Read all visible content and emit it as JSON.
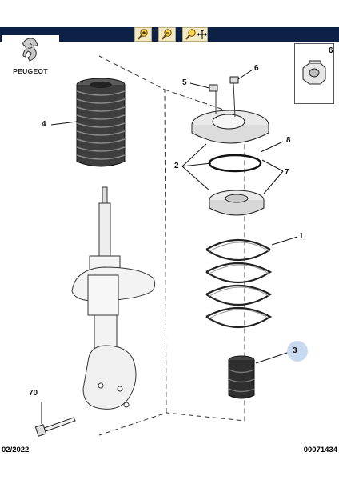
{
  "brand": {
    "name": "PEUGEOT"
  },
  "toolbar": {
    "buttons": [
      {
        "icon": "zoom-in-icon"
      },
      {
        "icon": "zoom-out-icon"
      },
      {
        "icon": "pan-zoom-icon"
      }
    ]
  },
  "inset": {
    "number": "6"
  },
  "callouts": [
    "1",
    "2",
    "3",
    "4",
    "5",
    "6",
    "7",
    "8",
    "70"
  ],
  "footer": {
    "date": "02/2022",
    "reference": "00071434"
  },
  "colors": {
    "toolbar": "#0d2146",
    "button": "#f2e9c6",
    "highlight": "#c9daf0"
  }
}
